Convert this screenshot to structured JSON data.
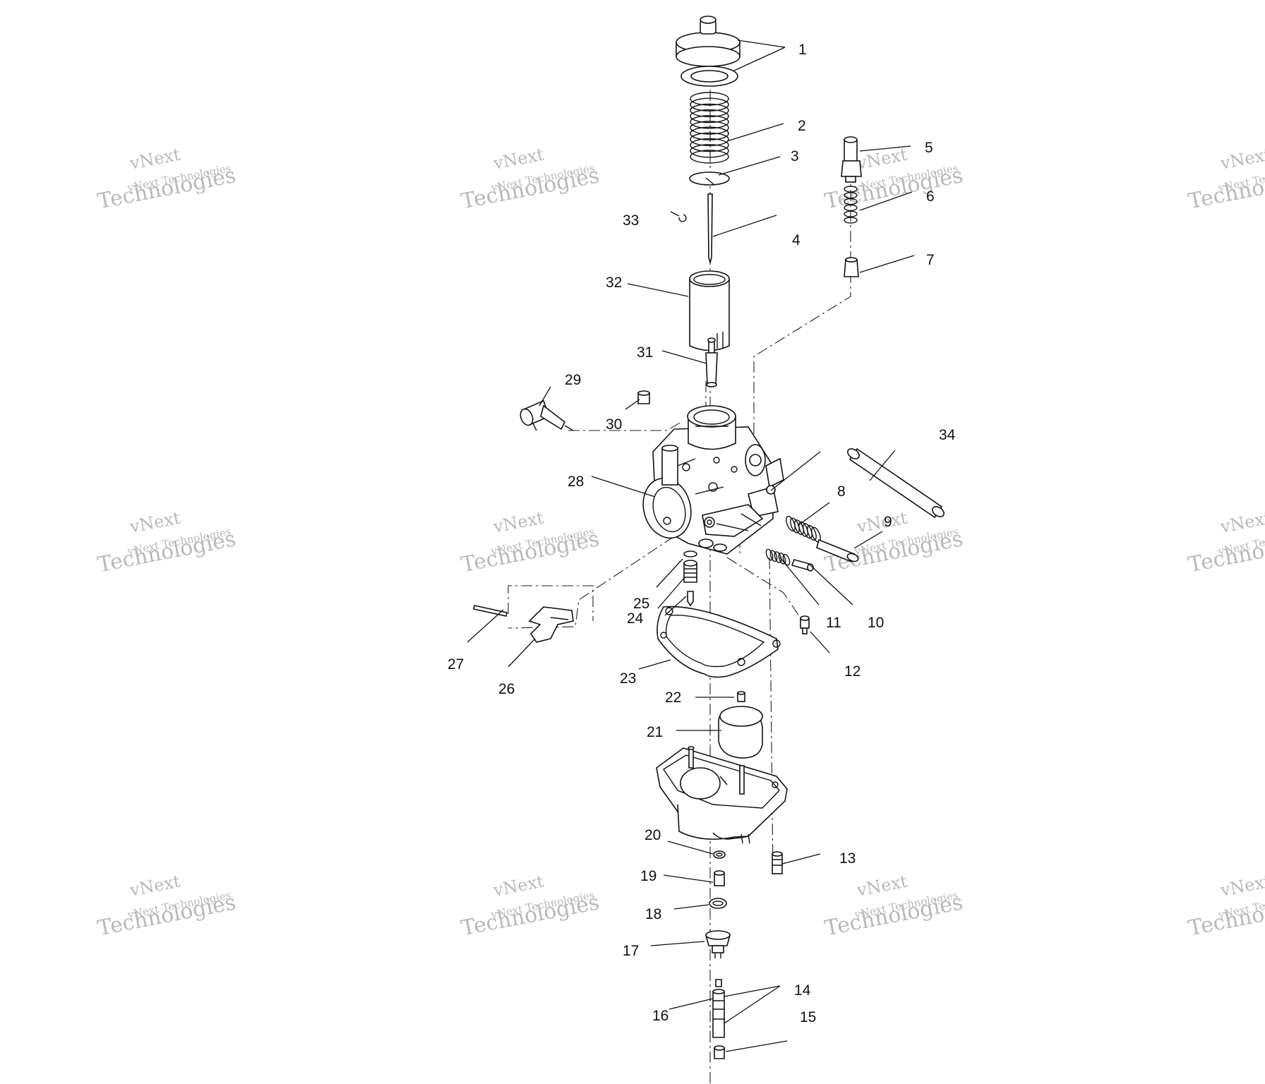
{
  "watermark": {
    "line1": "vNext",
    "line2": "vNext Technologies",
    "line3": "Technologies"
  },
  "callouts": [
    "1",
    "2",
    "3",
    "4",
    "5",
    "6",
    "7",
    "8",
    "9",
    "10",
    "11",
    "12",
    "13",
    "14",
    "15",
    "16",
    "17",
    "18",
    "19",
    "20",
    "21",
    "22",
    "23",
    "24",
    "25",
    "26",
    "27",
    "28",
    "29",
    "30",
    "31",
    "32",
    "33",
    "34"
  ]
}
